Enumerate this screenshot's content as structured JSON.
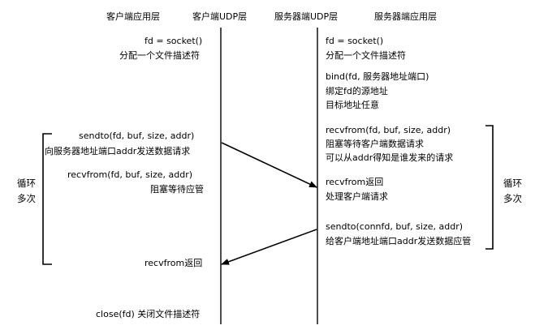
{
  "headers": {
    "client_app": "客户端应用层",
    "client_udp": "客户端UDP层",
    "server_udp": "服务器端UDP层",
    "server_app": "服务器端应用层"
  },
  "client": {
    "socket_call": "fd = socket()",
    "socket_desc": "分配一个文件描述符",
    "sendto_call": "sendto(fd, buf, size, addr)",
    "sendto_desc": "向服务器地址端口addr发送数据请求",
    "recvfrom_call": "recvfrom(fd, buf, size, addr)",
    "recvfrom_desc": "阻塞等待应管",
    "recvfrom_return": "recvfrom返回",
    "close_call": "close(fd) 关闭文件描述符"
  },
  "server": {
    "socket_call": "fd = socket()",
    "socket_desc": "分配一个文件描述符",
    "bind_call": "bind(fd, 服务器地址端口)",
    "bind_desc1": "绑定fd的源地址",
    "bind_desc2": "目标地址任意",
    "recvfrom_call": "recvfrom(fd, buf, size, addr)",
    "recvfrom_desc1": "阻塞等待客户端数据请求",
    "recvfrom_desc2": "可以从addr得知是谁发来的请求",
    "recvfrom_return": "recvfrom返回",
    "process": "处理客户端请求",
    "sendto_call": "sendto(connfd, buf, size, addr)",
    "sendto_desc": "给客户端地址端口addr发送数据应管"
  },
  "loops": {
    "left_line1": "循环",
    "left_line2": "多次",
    "right_line1": "循环",
    "right_line2": "多次"
  }
}
